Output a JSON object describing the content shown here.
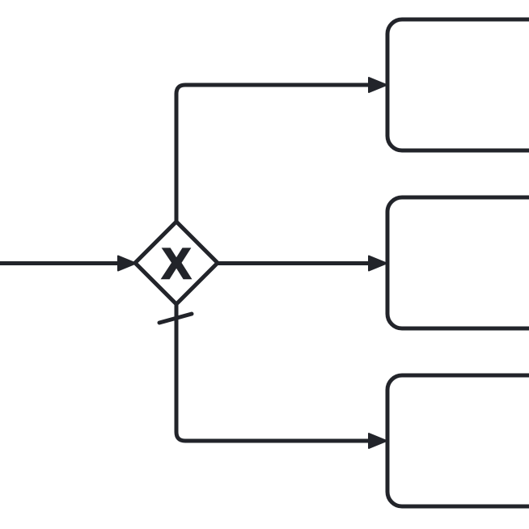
{
  "diagram": {
    "kind": "bpmn-process-fragment",
    "colors": {
      "stroke": "#22242A",
      "fill": "#FFFFFF",
      "background": "#FFFFFF"
    },
    "gateway": {
      "type": "exclusive-gateway",
      "marker": "X",
      "label": ""
    },
    "tasks": [
      {
        "id": "task-top",
        "label": ""
      },
      {
        "id": "task-middle",
        "label": ""
      },
      {
        "id": "task-bottom",
        "label": ""
      }
    ],
    "flows": [
      {
        "id": "incoming-flow",
        "to": "exclusive-gateway",
        "arrowhead": true
      },
      {
        "id": "flow-top",
        "from": "exclusive-gateway",
        "to": "task-top",
        "arrowhead": true
      },
      {
        "id": "flow-middle",
        "from": "exclusive-gateway",
        "to": "task-middle",
        "arrowhead": true
      },
      {
        "id": "flow-bottom",
        "from": "exclusive-gateway",
        "to": "task-bottom",
        "arrowhead": true,
        "default_flow": true
      }
    ]
  }
}
